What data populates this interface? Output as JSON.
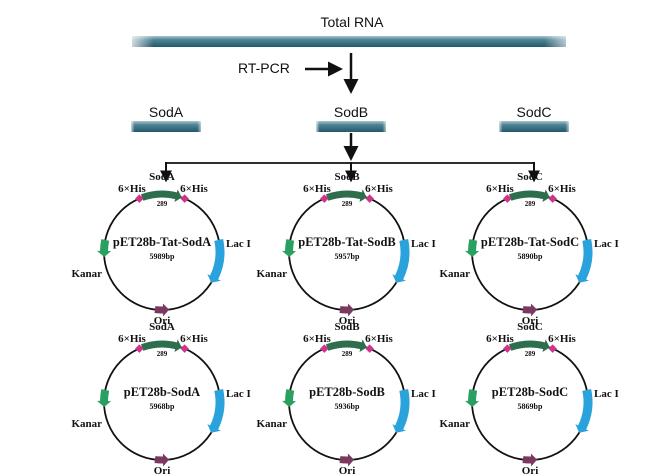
{
  "title": "Total RNA",
  "step_label": "RT-PCR",
  "genes": [
    "SodA",
    "SodB",
    "SodC"
  ],
  "colors": {
    "bar": "#2e6b7a",
    "his_tag": "#d0338a",
    "gene_insert": "#2e6e4c",
    "kana": "#2aa060",
    "lac": "#2aa3dc",
    "ori": "#7a3a5f",
    "line": "#111111"
  },
  "plasmids": [
    {
      "row": "tat",
      "items": [
        {
          "gene": "SodA",
          "name": "pET28b-Tat-SodA",
          "size": "5989bp",
          "his_left": "6×His",
          "his_right": "6×His",
          "insert_len": "289",
          "lac": "Lac I",
          "kana": "Kanar",
          "ori": "Ori"
        },
        {
          "gene": "SodB",
          "name": "pET28b-Tat-SodB",
          "size": "5957bp",
          "his_left": "6×His",
          "his_right": "6×His",
          "insert_len": "289",
          "lac": "Lac I",
          "kana": "Kanar",
          "ori": "Ori"
        },
        {
          "gene": "SodC",
          "name": "pET28b-Tat-SodC",
          "size": "5890bp",
          "his_left": "6×His",
          "his_right": "6×His",
          "insert_len": "289",
          "lac": "Lac I",
          "kana": "Kanar",
          "ori": "Ori"
        }
      ]
    },
    {
      "row": "plain",
      "items": [
        {
          "gene": "SodA",
          "name": "pET28b-SodA",
          "size": "5968bp",
          "his_left": "6×His",
          "his_right": "6×His",
          "insert_len": "289",
          "lac": "Lac I",
          "kana": "Kanar",
          "ori": "Ori"
        },
        {
          "gene": "SodB",
          "name": "pET28b-SodB",
          "size": "5936bp",
          "his_left": "6×His",
          "his_right": "6×His",
          "insert_len": "289",
          "lac": "Lac I",
          "kana": "Kanar",
          "ori": "Ori"
        },
        {
          "gene": "SodC",
          "name": "pET28b-SodC",
          "size": "5869bp",
          "his_left": "6×His",
          "his_right": "6×His",
          "insert_len": "289",
          "lac": "Lac I",
          "kana": "Kanar",
          "ori": "Ori"
        }
      ]
    }
  ]
}
